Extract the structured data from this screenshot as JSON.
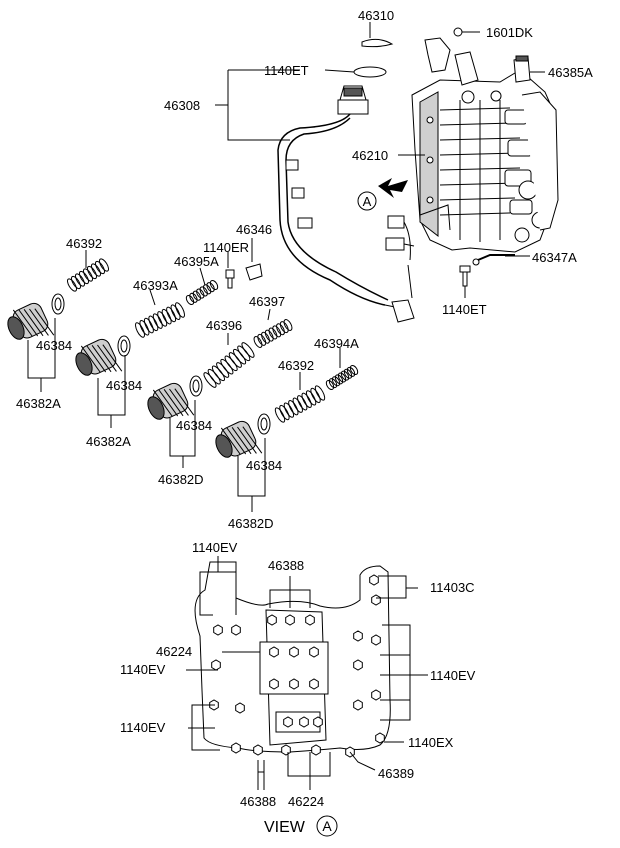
{
  "labels": {
    "p46310": "46310",
    "p1601DK": "1601DK",
    "p1140ET_top": "1140ET",
    "p46385A": "46385A",
    "p46308": "46308",
    "p46210": "46210",
    "callout_A": "A",
    "p46346": "46346",
    "p1140ER": "1140ER",
    "p46392_a": "46392",
    "p46395A": "46395A",
    "p46347A": "46347A",
    "p46393A": "46393A",
    "p1140ET_bot": "1140ET",
    "p46397": "46397",
    "p46384_a": "46384",
    "p46396": "46396",
    "p46394A": "46394A",
    "p46384_b": "46384",
    "p46392_b": "46392",
    "p46382A_a": "46382A",
    "p46384_c": "46384",
    "p46382A_b": "46382A",
    "p46384_d": "46384",
    "p46382D_a": "46382D",
    "p46382D_b": "46382D",
    "p1140EV_top": "1140EV",
    "p46388_top": "46388",
    "p11403C": "11403C",
    "p46224_left": "46224",
    "p1140EV_left1": "1140EV",
    "p1140EV_right": "1140EV",
    "p1140EV_left2": "1140EV",
    "p1140EX": "1140EX",
    "p46389": "46389",
    "p46388_bot": "46388",
    "p46224_bot": "46224",
    "view_text": "VIEW",
    "view_circle": "A"
  }
}
